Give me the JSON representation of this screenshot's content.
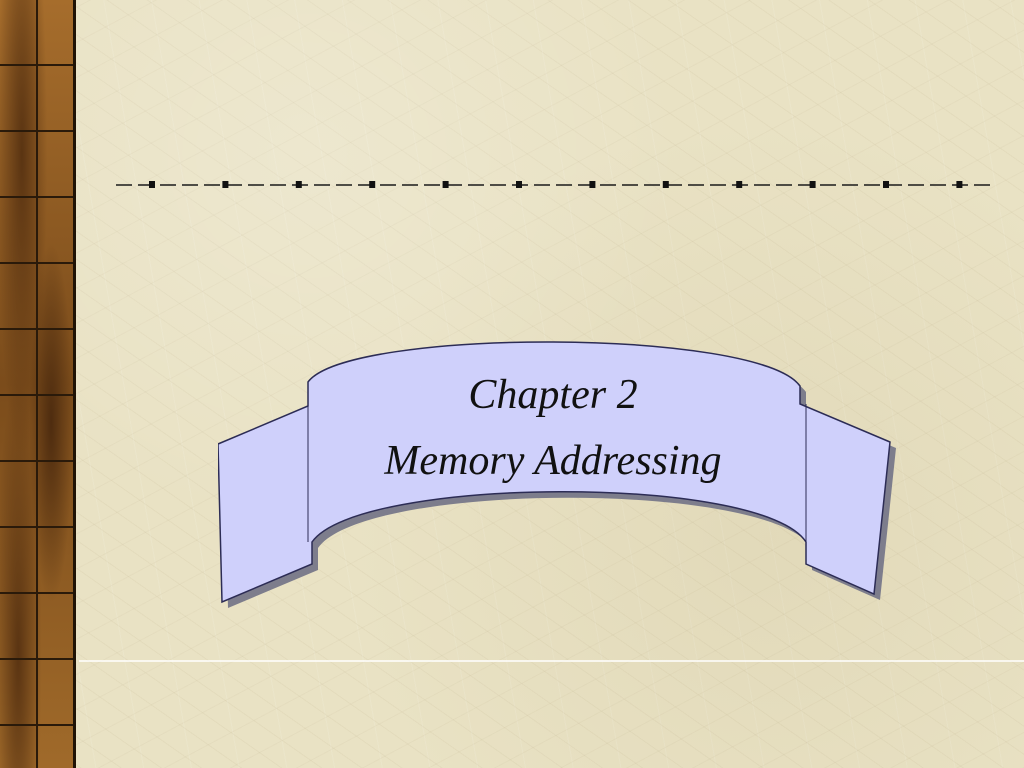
{
  "slide": {
    "title_line1": "Chapter 2",
    "title_line2": "Memory Addressing"
  },
  "colors": {
    "banner_fill": "#cfd0fb",
    "banner_outline": "#2c2c55",
    "banner_shadow": "#7d7d8c",
    "title_text": "#111111",
    "side_strip": "#8a5a22",
    "background": "#e9e2c4"
  },
  "decorations": {
    "rule_marker_count": 12
  }
}
